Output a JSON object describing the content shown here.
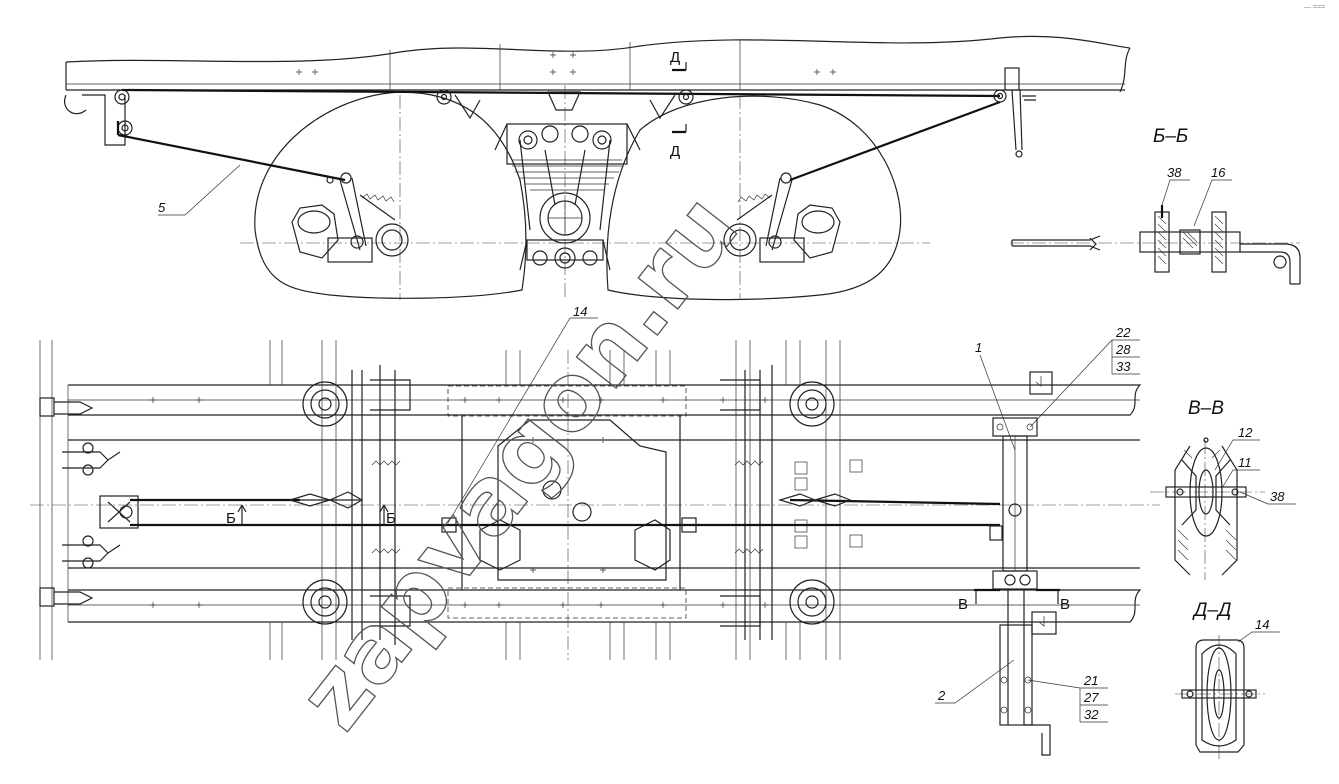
{
  "sections": {
    "b_b": "Б–Б",
    "v_v": "В–В",
    "d_d": "Д–Д"
  },
  "cut_marks": {
    "b": "Б",
    "v": "В",
    "d": "Д"
  },
  "callouts": {
    "c1": "1",
    "c2": "2",
    "c5": "5",
    "c11": "11",
    "c12": "12",
    "c14_plan": "14",
    "c14_section": "14",
    "c16": "16",
    "c38_b": "38",
    "c38_v": "38",
    "stack_22_28_33": [
      "22",
      "28",
      "33"
    ],
    "stack_21_27_32": [
      "21",
      "27",
      "32"
    ]
  },
  "watermark": "zapvagon.ru",
  "corner_mark": "— ===",
  "colors": {
    "line": "#222222",
    "background": "#ffffff",
    "watermark": "#555555"
  }
}
